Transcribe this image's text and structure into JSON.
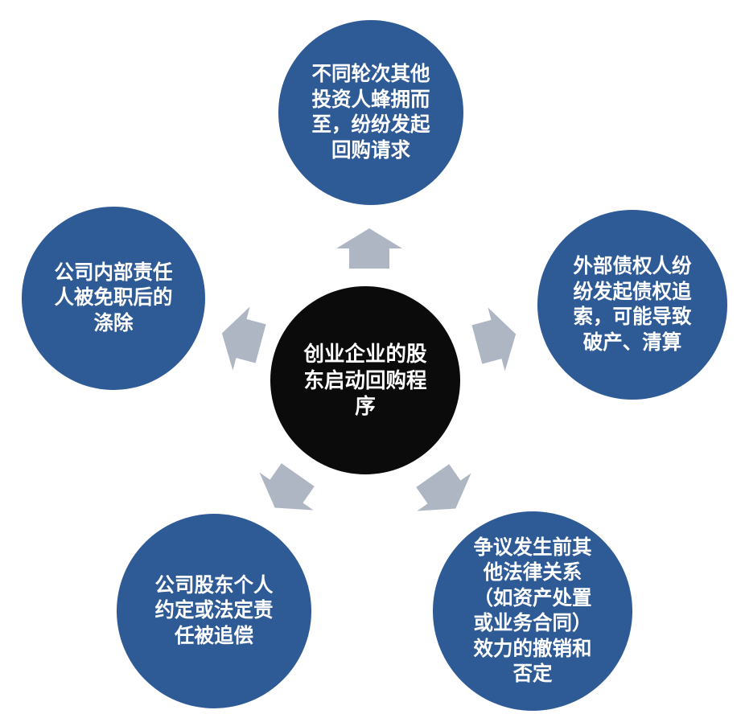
{
  "diagram": {
    "type": "radial-diverging",
    "center": {
      "id": "center",
      "text": "创业企业的股\n东启动回购程\n序",
      "plain_text": "创业企业的股东启动回购程序"
    },
    "nodes": [
      {
        "id": "top",
        "text": "不同轮次其他\n投资人蜂拥而\n至，纷纷发起\n回购请求",
        "plain_text": "不同轮次其他投资人蜂拥而至，纷纷发起回购请求"
      },
      {
        "id": "right",
        "text": "外部债权人纷\n纷发起债权追\n索，可能导致\n破产、清算",
        "plain_text": "外部债权人纷纷发起债权追索，可能导致破产、清算"
      },
      {
        "id": "bottom-right",
        "text": "争议发生前其\n他法律关系\n（如资产处置\n或业务合同）\n效力的撤销和\n否定",
        "plain_text": "争议发生前其他法律关系（如资产处置或业务合同）效力的撤销和否定"
      },
      {
        "id": "bottom-left",
        "text": "公司股东个人\n约定或法定责\n任被追偿",
        "plain_text": "公司股东个人约定或法定责任被追偿"
      },
      {
        "id": "left",
        "text": "公司内部责任\n人被免职后的\n涤除",
        "plain_text": "公司内部责任人被免职后的涤除"
      }
    ],
    "arrows": [
      {
        "id": "arrow-up",
        "direction": "up"
      },
      {
        "id": "arrow-upper-left",
        "direction": "upper-left"
      },
      {
        "id": "arrow-upper-right",
        "direction": "upper-right"
      },
      {
        "id": "arrow-lower-left",
        "direction": "lower-left"
      },
      {
        "id": "arrow-lower-right",
        "direction": "lower-right"
      }
    ],
    "colors": {
      "node_fill": "#2E5A96",
      "center_fill": "#0B0B0B",
      "arrow_fill": "#AEB6C4",
      "text": "#FFFFFF",
      "background": "#FFFFFF"
    }
  }
}
